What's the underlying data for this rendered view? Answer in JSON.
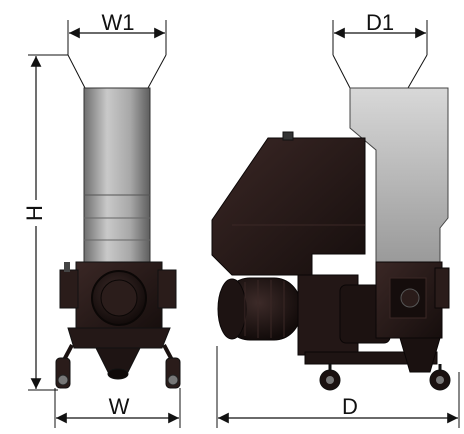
{
  "labels": {
    "front_top_width": "W1",
    "front_height": "H",
    "front_base_width": "W",
    "side_top_depth": "D1",
    "side_total_depth": "D"
  },
  "colors": {
    "line": "#111111",
    "body_dark": "#2a1c1a",
    "body_darker": "#1a1110",
    "hopper_light": "#bdbdbd",
    "hopper_mid": "#8e8e8e",
    "metal": "#6e6e6e",
    "background": "#ffffff"
  }
}
